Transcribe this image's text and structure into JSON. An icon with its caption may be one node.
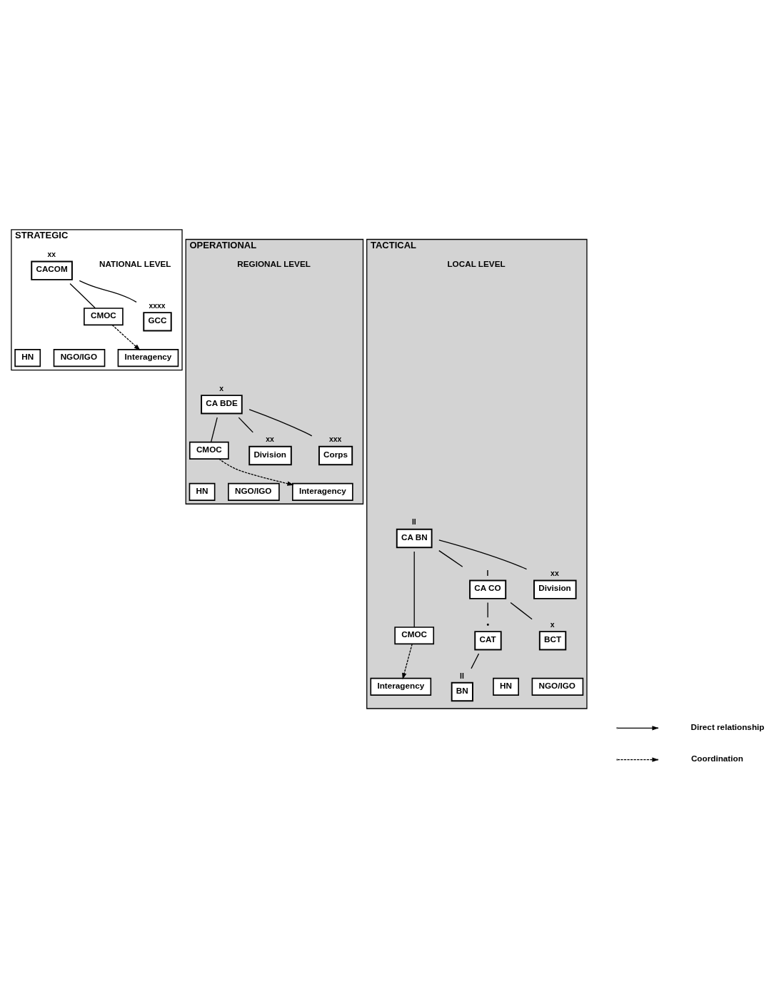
{
  "diagram": {
    "nodes": [
      {
        "text": [
          "STRATEGIC"
        ]
      },
      {
        "text": [
          "CACOM"
        ],
        "in": 0,
        "beside": [
          "xx"
        ]
      },
      {
        "text": [
          "GCC"
        ],
        "in": 0,
        "beside": [
          "xxxx"
        ]
      },
      {
        "text": [
          "CMOC"
        ],
        "in": 0
      },
      {
        "text": [
          "Interagency"
        ],
        "in": 0
      },
      {
        "text": [
          "NGO/IGO"
        ],
        "in": 0
      },
      {
        "text": [
          "HN"
        ],
        "in": 0
      },
      {
        "text": [
          "OPERATIONAL"
        ]
      },
      {
        "text": [
          "CA BDE"
        ],
        "in": 7,
        "beside": [
          "x"
        ]
      },
      {
        "text": [
          "Corps"
        ],
        "in": 7,
        "beside": [
          "xxx"
        ]
      },
      {
        "text": [
          "Division"
        ],
        "in": 7,
        "beside": [
          "xx"
        ]
      },
      {
        "text": [
          "CMOC"
        ],
        "in": 7
      },
      {
        "text": [
          "Interagency"
        ],
        "in": 7
      },
      {
        "text": [
          "NGO/IGO"
        ],
        "in": 7
      },
      {
        "text": [
          "HN"
        ],
        "in": 7
      },
      {
        "text": [
          "TACTICAL"
        ]
      },
      {
        "text": [
          "CA BN"
        ],
        "in": 15,
        "beside": [
          "II"
        ]
      },
      {
        "text": [
          "Division"
        ],
        "in": 15,
        "beside": [
          "xx"
        ]
      },
      {
        "text": [
          "CA CO"
        ],
        "in": 15,
        "beside": [
          "I"
        ]
      },
      {
        "text": [
          "BCT"
        ],
        "in": 15,
        "beside": [
          "x"
        ]
      },
      {
        "text": [
          "CAT"
        ],
        "in": 15,
        "beside": [
          "•"
        ]
      },
      {
        "text": [
          "BN"
        ],
        "in": 15,
        "beside": [
          "II"
        ]
      },
      {
        "text": [
          "CMOC"
        ],
        "in": 15
      },
      {
        "text": [
          "Interagency"
        ],
        "in": 15
      },
      {
        "text": [
          "NGO/IGO"
        ],
        "in": 15
      },
      {
        "text": [
          "HN"
        ],
        "in": 15
      }
    ],
    "edges": [
      {
        "from": 1,
        "to": 2,
        "arrow": "none"
      },
      {
        "from": 1,
        "to": 3,
        "arrow": "none"
      },
      {
        "from": 3,
        "to": 4,
        "arrow": "to",
        "style": "dashed"
      },
      {
        "from": 8,
        "to": 9,
        "arrow": "none"
      },
      {
        "from": 8,
        "to": 10,
        "arrow": "none"
      },
      {
        "from": 8,
        "to": 11,
        "arrow": "none"
      },
      {
        "from": 11,
        "to": 12,
        "arrow": "to",
        "style": "dashed"
      },
      {
        "from": 16,
        "to": 17,
        "arrow": "none"
      },
      {
        "from": 16,
        "to": 18,
        "arrow": "none"
      },
      {
        "from": 16,
        "to": 22,
        "arrow": "none"
      },
      {
        "from": 18,
        "to": 19,
        "arrow": "none"
      },
      {
        "from": 18,
        "to": 20,
        "arrow": "none"
      },
      {
        "from": 20,
        "to": 21,
        "arrow": "none"
      },
      {
        "from": 22,
        "to": 23,
        "arrow": "to",
        "style": "dashed"
      }
    ],
    "labels": [
      "NATIONAL LEVEL",
      "REGIONAL LEVEL",
      "LOCAL LEVEL"
    ],
    "legend": [
      {
        "text": "Direct relationship"
      },
      {
        "text": "Coordination"
      }
    ]
  }
}
